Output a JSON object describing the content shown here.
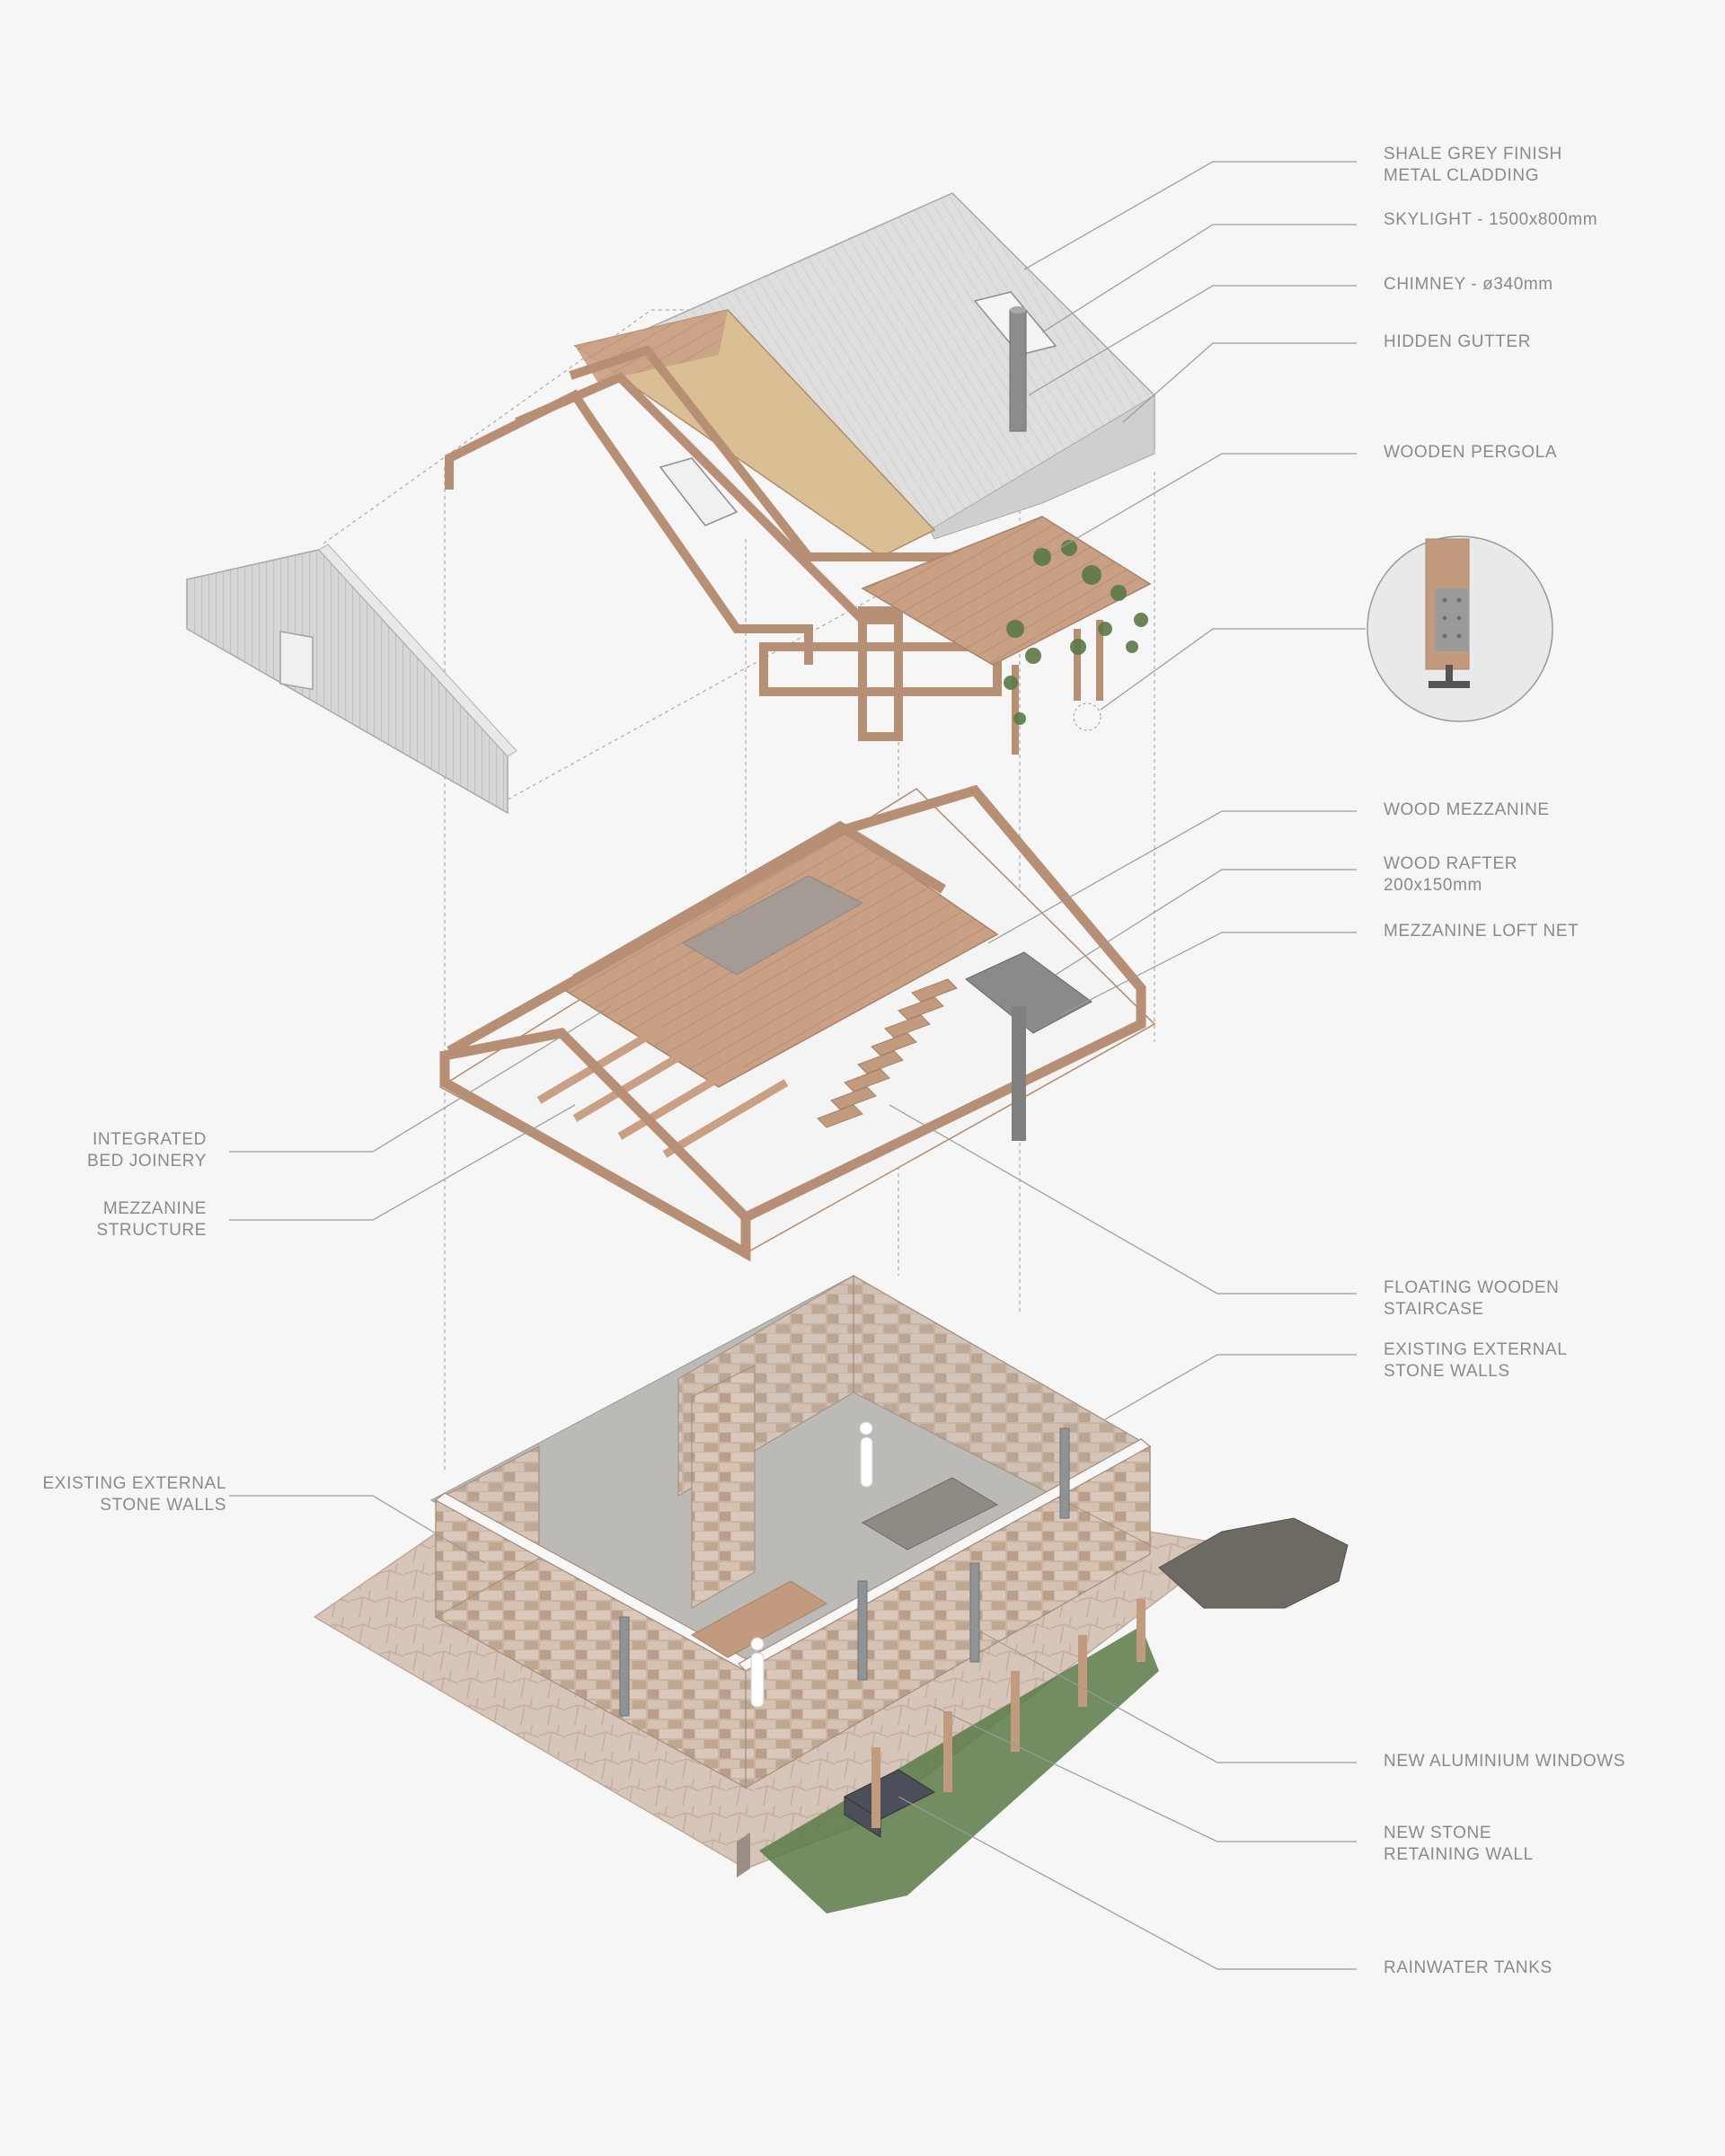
{
  "colors": {
    "background": "#f6f6f6",
    "leader": "#9a9a9a",
    "label": "#8a8a8a",
    "wood": "#caa38a",
    "wood_dark": "#b98f74",
    "metal": "#d9d9d9",
    "stone": "#cdb8a8",
    "paving": "#d8c7bd",
    "greenery": "#5b7a46"
  },
  "labels": {
    "shale": [
      "SHALE GREY FINISH",
      "METAL CLADDING"
    ],
    "skylight": [
      "SKYLIGHT - 1500x800mm"
    ],
    "chimney": [
      "CHIMNEY - ø340mm"
    ],
    "gutter": [
      "HIDDEN GUTTER"
    ],
    "pergola": [
      "WOODEN PERGOLA"
    ],
    "mezzanine": [
      "WOOD MEZZANINE"
    ],
    "rafter": [
      "WOOD RAFTER",
      "200x150mm"
    ],
    "loft_net": [
      "MEZZANINE LOFT NET"
    ],
    "bed_joinery": [
      "INTEGRATED",
      "BED JOINERY"
    ],
    "mezz_structure": [
      "MEZZANINE",
      "STRUCTURE"
    ],
    "staircase": [
      "FLOATING WOODEN",
      "STAIRCASE"
    ],
    "stone_walls_right": [
      "EXISTING EXTERNAL",
      "STONE WALLS"
    ],
    "stone_walls_left": [
      "EXISTING EXTERNAL",
      "STONE WALLS"
    ],
    "windows": [
      "NEW ALUMINIUM WINDOWS"
    ],
    "retaining": [
      "NEW STONE",
      "RETAINING WALL"
    ],
    "tanks": [
      "RAINWATER TANKS"
    ]
  }
}
